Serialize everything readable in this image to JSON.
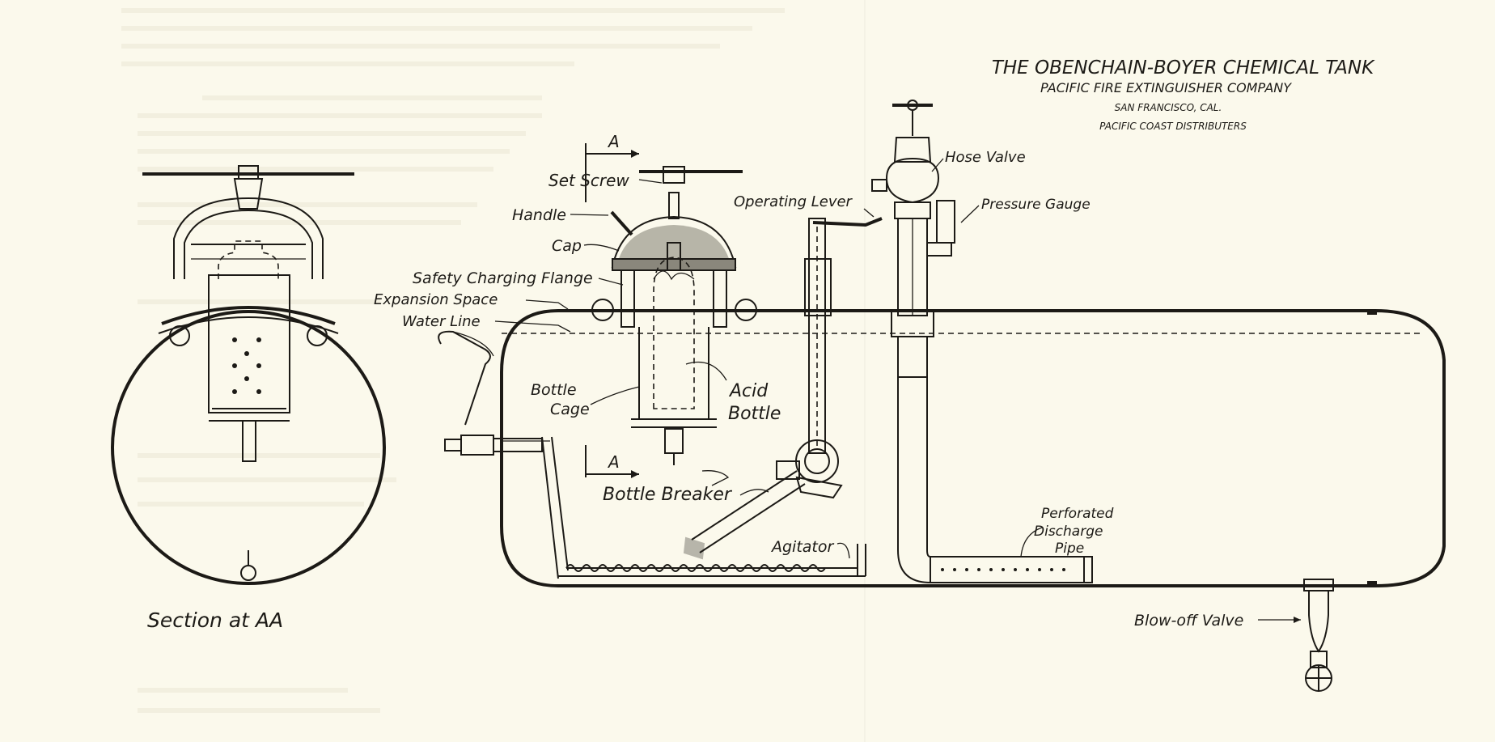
{
  "header": {
    "title": "THE OBENCHAIN-BOYER CHEMICAL TANK",
    "company": "PACIFIC FIRE EXTINGUISHER COMPANY",
    "city": "SAN FRANCISCO, CAL.",
    "distributors": "PACIFIC COAST DISTRIBUTERS"
  },
  "labels": {
    "section": "Section at AA",
    "section_mark_top": "A",
    "section_mark_bottom": "A",
    "set_screw": "Set Screw",
    "handle": "Handle",
    "cap": "Cap",
    "safety_flange": "Safety Charging Flange",
    "expansion_space": "Expansion Space",
    "water_line": "Water Line",
    "bottle_cage_1": "Bottle",
    "bottle_cage_2": "Cage",
    "acid_bottle_1": "Acid",
    "acid_bottle_2": "Bottle",
    "bottle_breaker": "Bottle Breaker",
    "operating_lever": "Operating Lever",
    "hose_valve": "Hose Valve",
    "pressure_gauge": "Pressure Gauge",
    "agitator": "Agitator",
    "perforated_1": "Perforated",
    "perforated_2": "Discharge",
    "perforated_3": "Pipe",
    "blow_off": "Blow-off Valve"
  }
}
